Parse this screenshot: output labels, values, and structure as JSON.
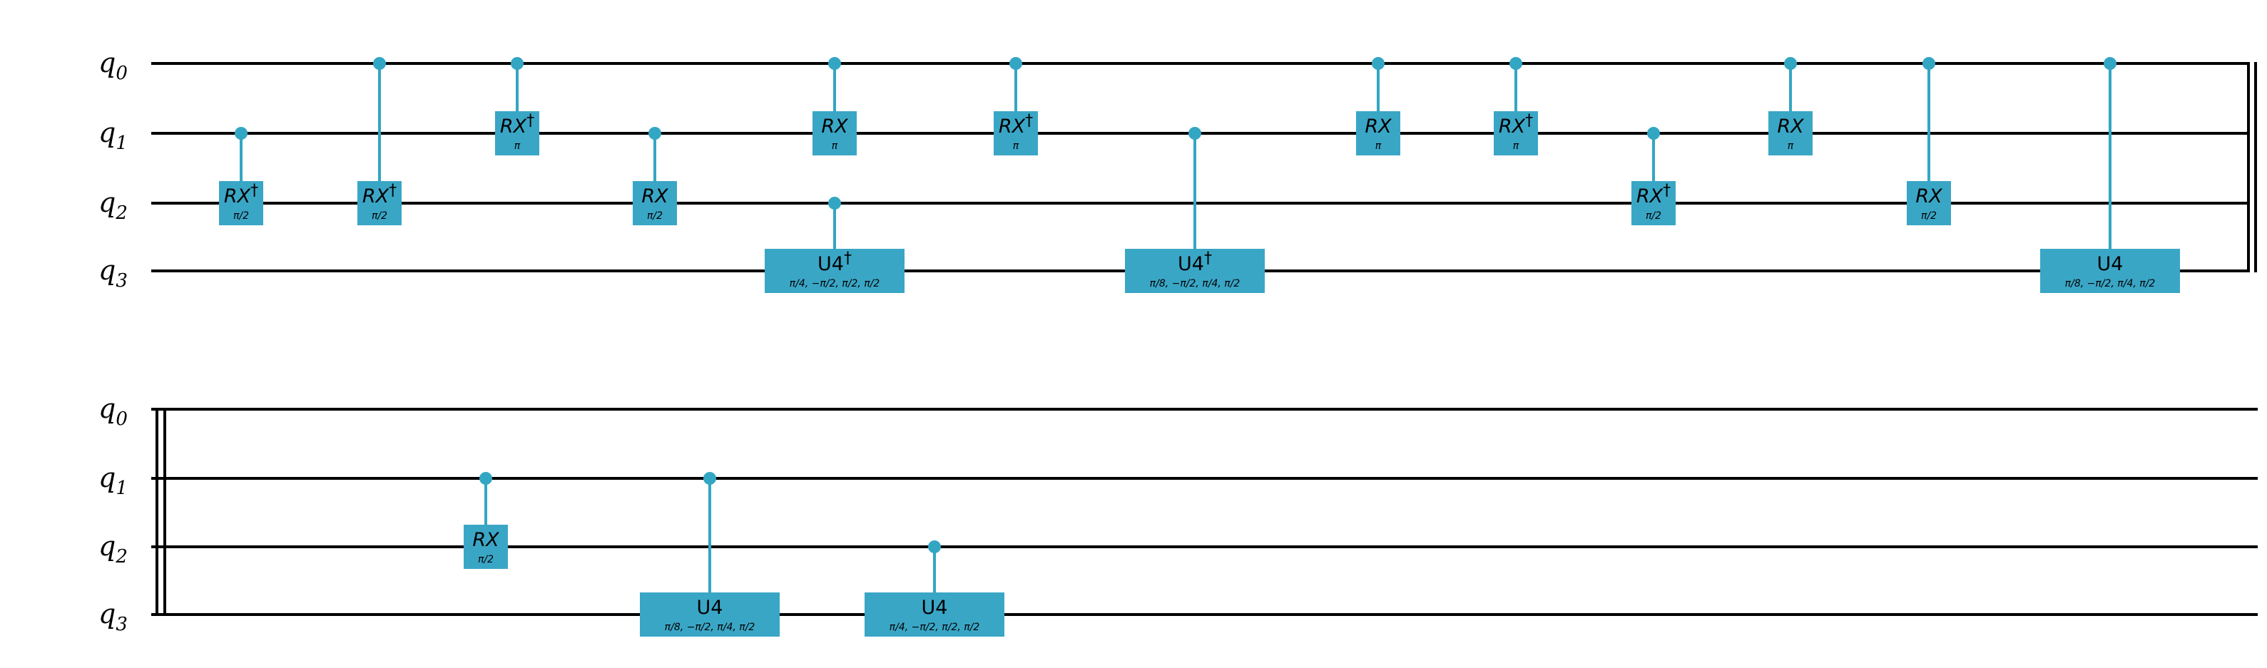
{
  "qubits": [
    "q0",
    "q1",
    "q2",
    "q3"
  ],
  "qubit_labels": [
    {
      "base": "q",
      "sub": "0"
    },
    {
      "base": "q",
      "sub": "1"
    },
    {
      "base": "q",
      "sub": "2"
    },
    {
      "base": "q",
      "sub": "3"
    }
  ],
  "colors": {
    "wire": "#000000",
    "gate": "#3aa6c6",
    "control": "#33a6c3"
  },
  "rows": [
    {
      "gates": [
        {
          "name": "RX",
          "dagger": true,
          "param": "π/2",
          "control": 1,
          "target": 2
        },
        {
          "name": "RX",
          "dagger": true,
          "param": "π/2",
          "control": 0,
          "target": 2
        },
        {
          "name": "RX",
          "dagger": true,
          "param": "π",
          "control": 0,
          "target": 1
        },
        {
          "name": "RX",
          "dagger": false,
          "param": "π/2",
          "control": 1,
          "target": 2
        },
        {
          "name": "RX",
          "dagger": false,
          "param": "π",
          "control": 0,
          "target": 1
        },
        {
          "name": "U4",
          "dagger": true,
          "param": "π/4, −π/2, π/2, π/2",
          "control": 2,
          "target": 3
        },
        {
          "name": "RX",
          "dagger": true,
          "param": "π",
          "control": 0,
          "target": 1
        },
        {
          "name": "U4",
          "dagger": true,
          "param": "π/8, −π/2, π/4, π/2",
          "control": 1,
          "target": 3
        },
        {
          "name": "RX",
          "dagger": false,
          "param": "π",
          "control": 0,
          "target": 1
        },
        {
          "name": "RX",
          "dagger": true,
          "param": "π",
          "control": 0,
          "target": 1
        },
        {
          "name": "RX",
          "dagger": true,
          "param": "π/2",
          "control": 1,
          "target": 2
        },
        {
          "name": "RX",
          "dagger": false,
          "param": "π",
          "control": 0,
          "target": 1
        },
        {
          "name": "RX",
          "dagger": false,
          "param": "π/2",
          "control": 0,
          "target": 2
        },
        {
          "name": "U4",
          "dagger": false,
          "param": "π/8, −π/2, π/4, π/2",
          "control": 0,
          "target": 3
        }
      ]
    },
    {
      "gates": [
        {
          "name": "RX",
          "dagger": false,
          "param": "π/2",
          "control": 1,
          "target": 2
        },
        {
          "name": "U4",
          "dagger": false,
          "param": "π/8, −π/2, π/4, π/2",
          "control": 1,
          "target": 3
        },
        {
          "name": "U4",
          "dagger": false,
          "param": "π/4, −π/2, π/2, π/2",
          "control": 2,
          "target": 3
        }
      ]
    }
  ]
}
